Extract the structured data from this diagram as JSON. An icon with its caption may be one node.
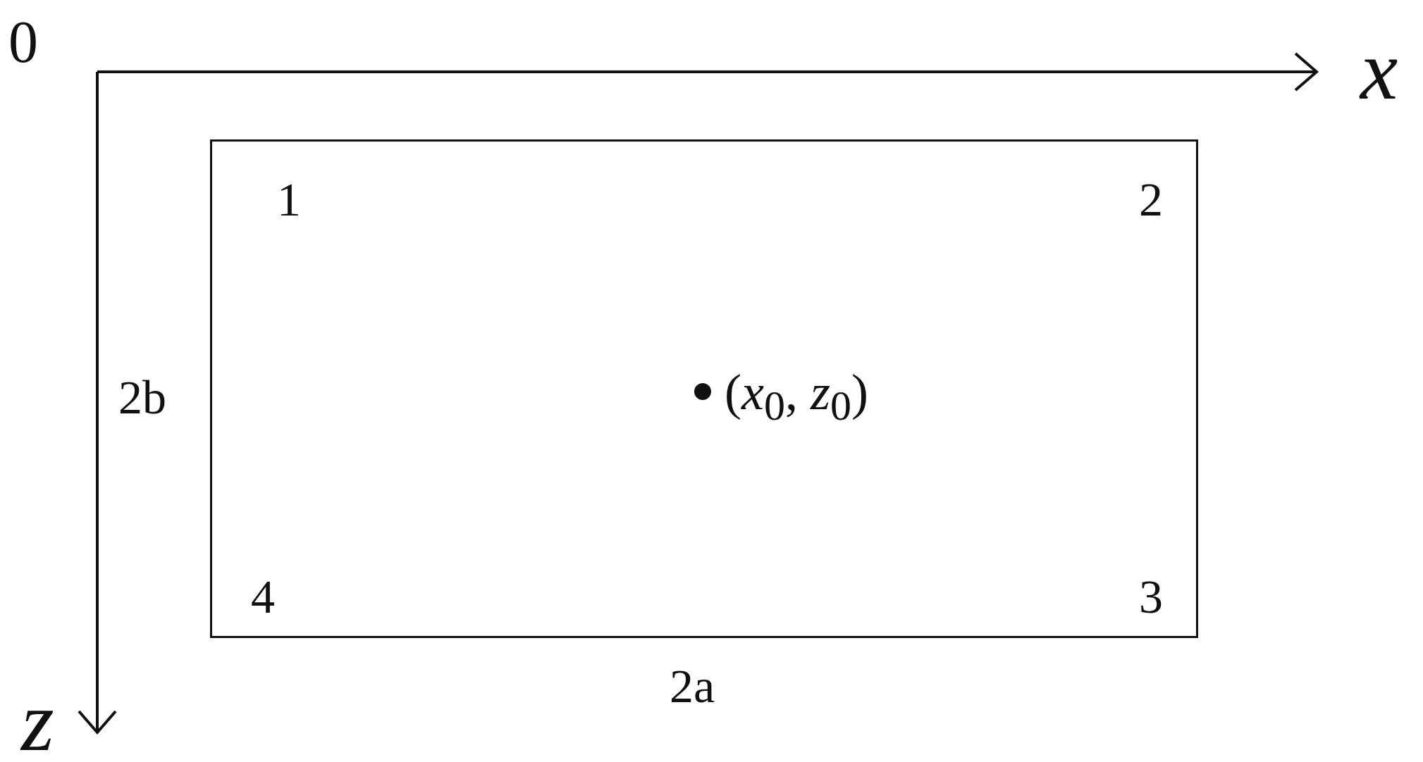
{
  "diagram": {
    "nodes": [
      {
        "text": [
          "1",
          "2",
          "(*x*$_{0}$, *z*$_{0}$)",
          "4",
          "3"
        ],
        "beside": [
          "2b",
          "2a"
        ]
      }
    ],
    "labels": [
      "0",
      "x",
      "z"
    ]
  }
}
